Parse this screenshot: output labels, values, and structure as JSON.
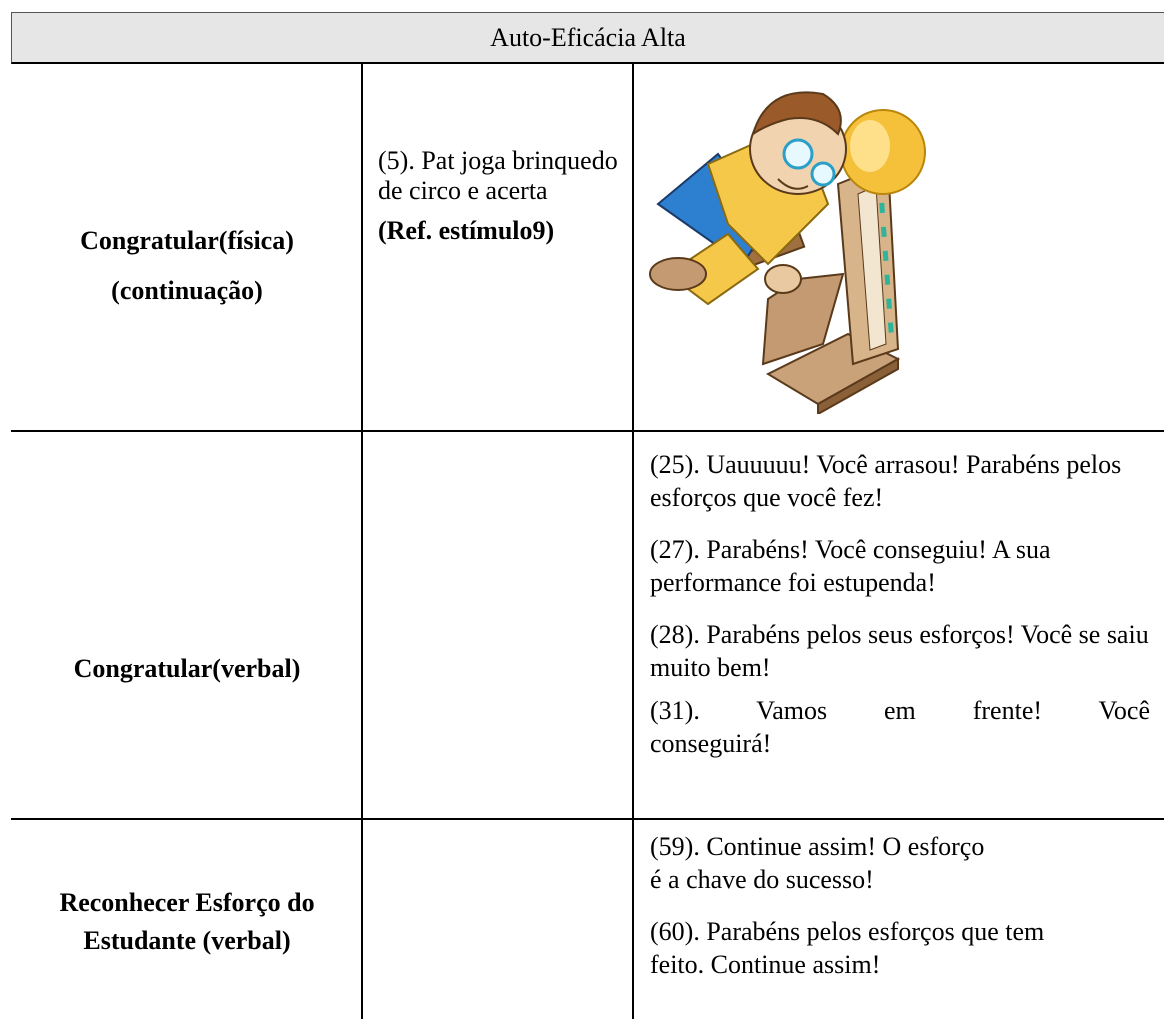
{
  "header": {
    "title": "Auto-Eficácia Alta"
  },
  "rows": [
    {
      "label_lines": [
        "Congratular(física)",
        "(continuação)"
      ],
      "mid_text": "(5). Pat joga brinquedo de circo e acerta",
      "mid_ref": "(Ref. estímulo9)",
      "image_icon": "strength-tester-illustration"
    },
    {
      "label_lines": [
        "Congratular(verbal)"
      ],
      "messages": [
        "(25). Uauuuuu! Você arrasou! Parabéns pelos esforços que você fez!",
        "(27). Parabéns! Você conseguiu! A sua performance foi estupenda!",
        "(28). Parabéns pelos seus esforços! Você se saiu muito bem!",
        "(31). Vamos em frente! Você conseguirá!"
      ]
    },
    {
      "label_lines": [
        "Reconhecer Esforço do",
        "Estudante (verbal)"
      ],
      "messages": [
        "(59). Continue assim! O esforço é a chave do sucesso!",
        "(60). Parabéns pelos esforços que tem feito. Continue assim!"
      ]
    }
  ]
}
